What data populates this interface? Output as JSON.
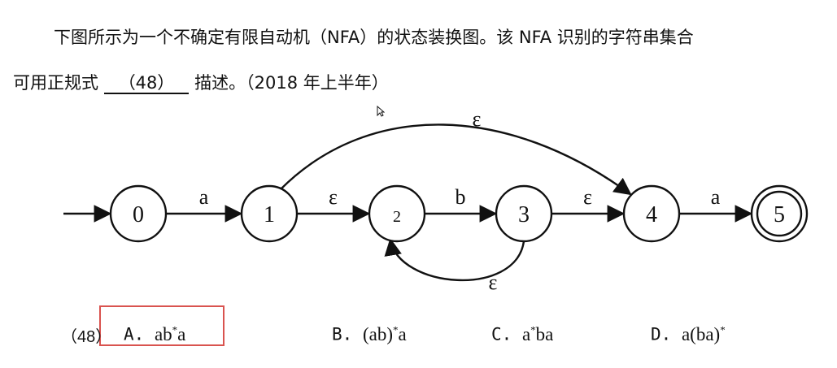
{
  "question": {
    "line1": "下图所示为一个不确定有限自动机（NFA）的状态装换图。该 NFA 识别的字符串集合",
    "line2_before": "可用正规式",
    "blank": "（48）",
    "line2_after": "描述。（2018 年上半年）"
  },
  "nfa": {
    "states": [
      {
        "id": "0",
        "label": "0",
        "accepting": false
      },
      {
        "id": "1",
        "label": "1",
        "accepting": false
      },
      {
        "id": "2",
        "label": "2",
        "accepting": false
      },
      {
        "id": "3",
        "label": "3",
        "accepting": false
      },
      {
        "id": "4",
        "label": "4",
        "accepting": false
      },
      {
        "id": "5",
        "label": "5",
        "accepting": true
      }
    ],
    "transitions": [
      {
        "from": "0",
        "to": "1",
        "symbol": "a"
      },
      {
        "from": "1",
        "to": "2",
        "symbol": "ε"
      },
      {
        "from": "2",
        "to": "3",
        "symbol": "b"
      },
      {
        "from": "3",
        "to": "4",
        "symbol": "ε"
      },
      {
        "from": "4",
        "to": "5",
        "symbol": "a"
      },
      {
        "from": "1",
        "to": "4",
        "symbol": "ε"
      },
      {
        "from": "3",
        "to": "2",
        "symbol": "ε"
      }
    ],
    "start_state": "0"
  },
  "options": {
    "number": "（48）",
    "A": {
      "letter": "A.",
      "base": "ab",
      "sup": "*",
      "tail": "a"
    },
    "B": {
      "letter": "B.",
      "base": "(ab)",
      "sup": "*",
      "tail": "a"
    },
    "C": {
      "letter": "C.",
      "base": "a",
      "sup": "*",
      "tail": "ba"
    },
    "D": {
      "letter": "D.",
      "base": "a(ba)",
      "sup": "*",
      "tail": ""
    }
  },
  "highlight_color": "#d9534f"
}
